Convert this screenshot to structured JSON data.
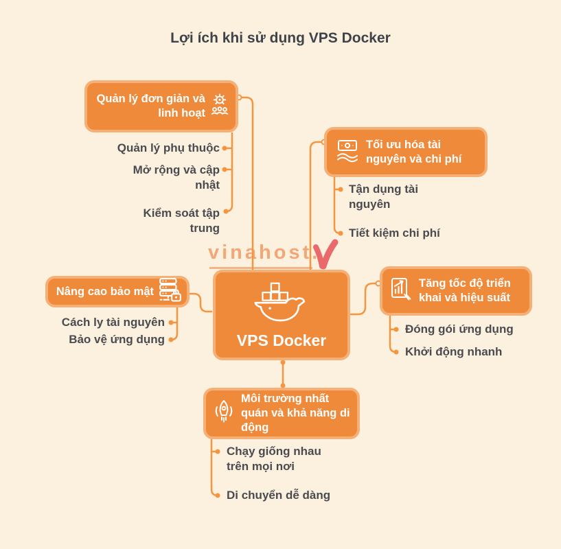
{
  "title": "Lợi ích khi sử dụng VPS Docker",
  "watermark": {
    "text": "vinahost."
  },
  "center": {
    "label": "VPS Docker",
    "icon": "docker-whale-icon"
  },
  "branches": [
    {
      "label": "Quản lý đơn giản và linh hoạt",
      "icon": "gear-team-icon",
      "items": [
        "Quản lý phụ thuộc",
        "Mở rộng và cập nhật",
        "Kiểm soát tập trung"
      ]
    },
    {
      "label": "Tối ưu hóa tài nguyên và chi phí",
      "icon": "money-hand-icon",
      "items": [
        "Tận dụng tài nguyên",
        "Tiết kiệm chi phí"
      ]
    },
    {
      "label": "Nâng cao bảo mật",
      "icon": "server-lock-icon",
      "items": [
        "Cách ly tài nguyên",
        "Bảo vệ ứng dụng"
      ]
    },
    {
      "label": "Tăng tốc độ triển khai và hiệu suất",
      "icon": "chart-deploy-icon",
      "items": [
        "Đóng gói ứng dụng",
        "Khởi động nhanh"
      ]
    },
    {
      "label": "Môi trường nhất quán và khả năng di động",
      "icon": "rocket-icon",
      "items": [
        "Chạy giống nhau trên mọi nơi",
        "Di chuyển dễ dàng"
      ]
    }
  ],
  "colors": {
    "background": "#FCF0DF",
    "node_fill": "#EF8A3B",
    "node_border": "#F5B077",
    "connector": "#F5953F",
    "title_text": "#3E434A",
    "leaf_text": "#4A4B4F",
    "watermark": "#F0935B",
    "logo_mark": "#E9696C"
  }
}
